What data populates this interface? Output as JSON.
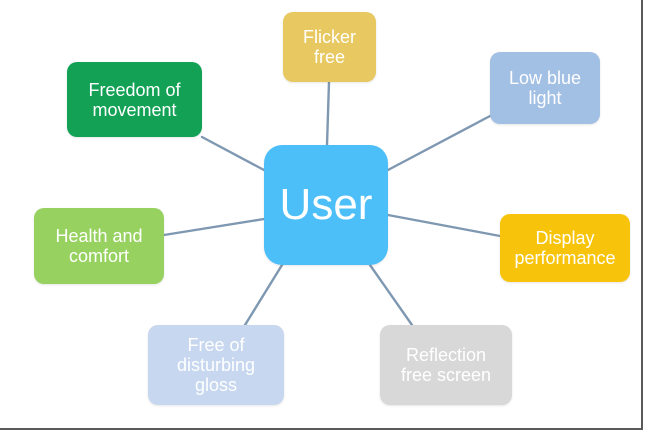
{
  "center": {
    "label": "User"
  },
  "nodes": [
    {
      "id": "flicker",
      "label": "Flicker\nfree"
    },
    {
      "id": "lowblue",
      "label": "Low blue\nlight"
    },
    {
      "id": "display",
      "label": "Display\nperformance"
    },
    {
      "id": "reflection",
      "label": "Reflection\nfree screen"
    },
    {
      "id": "gloss",
      "label": "Free of\ndisturbing\ngloss"
    },
    {
      "id": "health",
      "label": "Health and\ncomfort"
    },
    {
      "id": "freedom",
      "label": "Freedom of\nmovement"
    }
  ],
  "colors": {
    "center_fill": "#4dbff8",
    "flicker_fill": "#e8c860",
    "lowblue_fill": "#a2bfe4",
    "display_fill": "#f7c40b",
    "reflection_fill": "#d8d8d8",
    "gloss_fill": "#c7d7ef",
    "health_fill": "#97d260",
    "freedom_fill": "#13a156",
    "connector": "#7f98b2"
  }
}
